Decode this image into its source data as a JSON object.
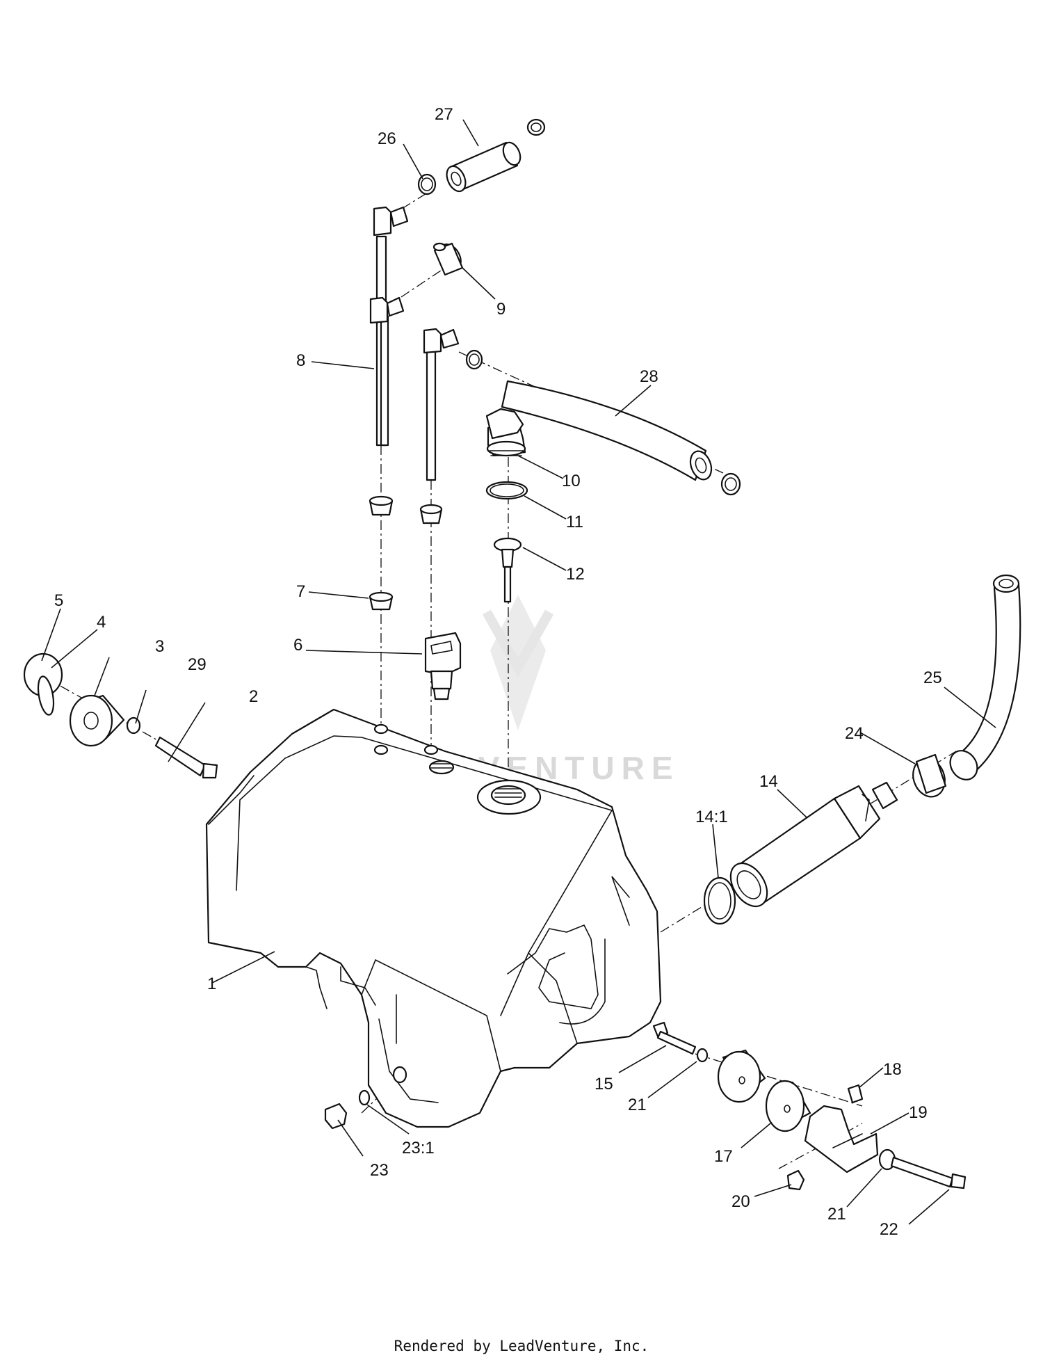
{
  "callouts": {
    "c1": "1",
    "c2": "2",
    "c3": "3",
    "c4": "4",
    "c5": "5",
    "c6": "6",
    "c7": "7",
    "c8": "8",
    "c9": "9",
    "c10": "10",
    "c11": "11",
    "c12": "12",
    "c14": "14",
    "c14_1": "14:1",
    "c15": "15",
    "c17": "17",
    "c18": "18",
    "c19": "19",
    "c20": "20",
    "c21a": "21",
    "c21b": "21",
    "c22": "22",
    "c23": "23",
    "c23_1": "23:1",
    "c24": "24",
    "c25": "25",
    "c26": "26",
    "c27": "27",
    "c28": "28",
    "c29": "29"
  },
  "watermark": "LEADVENTURE",
  "footer": "Rendered by LeadVenture, Inc."
}
